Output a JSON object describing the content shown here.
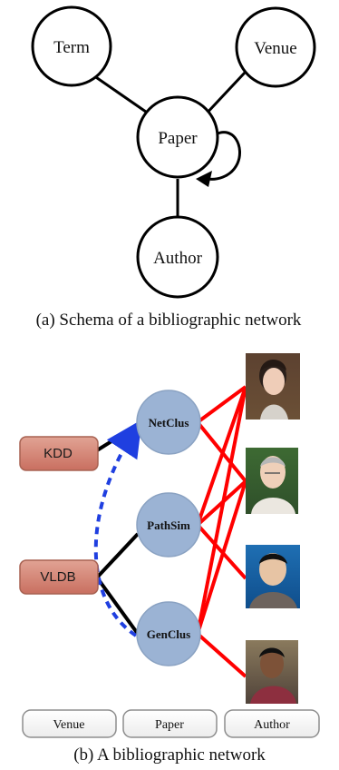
{
  "schema": {
    "nodes": {
      "term": "Term",
      "venue": "Venue",
      "paper": "Paper",
      "author": "Author"
    },
    "caption": "(a) Schema of a bibliographic network"
  },
  "network": {
    "venues": [
      "KDD",
      "VLDB"
    ],
    "papers": [
      "NetClus",
      "PathSim",
      "GenClus"
    ],
    "author_photos": [
      "author-photo-1",
      "author-photo-2",
      "author-photo-3",
      "author-photo-4"
    ],
    "legend": [
      "Venue",
      "Paper",
      "Author"
    ],
    "caption": "(b) A bibliographic network"
  },
  "colors": {
    "schema_stroke": "#000000",
    "paper_node_fill": "#9bb3d4",
    "paper_node_stroke": "#8aa2c2",
    "venue_fill": "#d27c6c",
    "venue_stroke": "#a86252",
    "venue_edge": "#000000",
    "author_edge": "#ff0000",
    "dashed_edge": "#1f3fe0"
  }
}
